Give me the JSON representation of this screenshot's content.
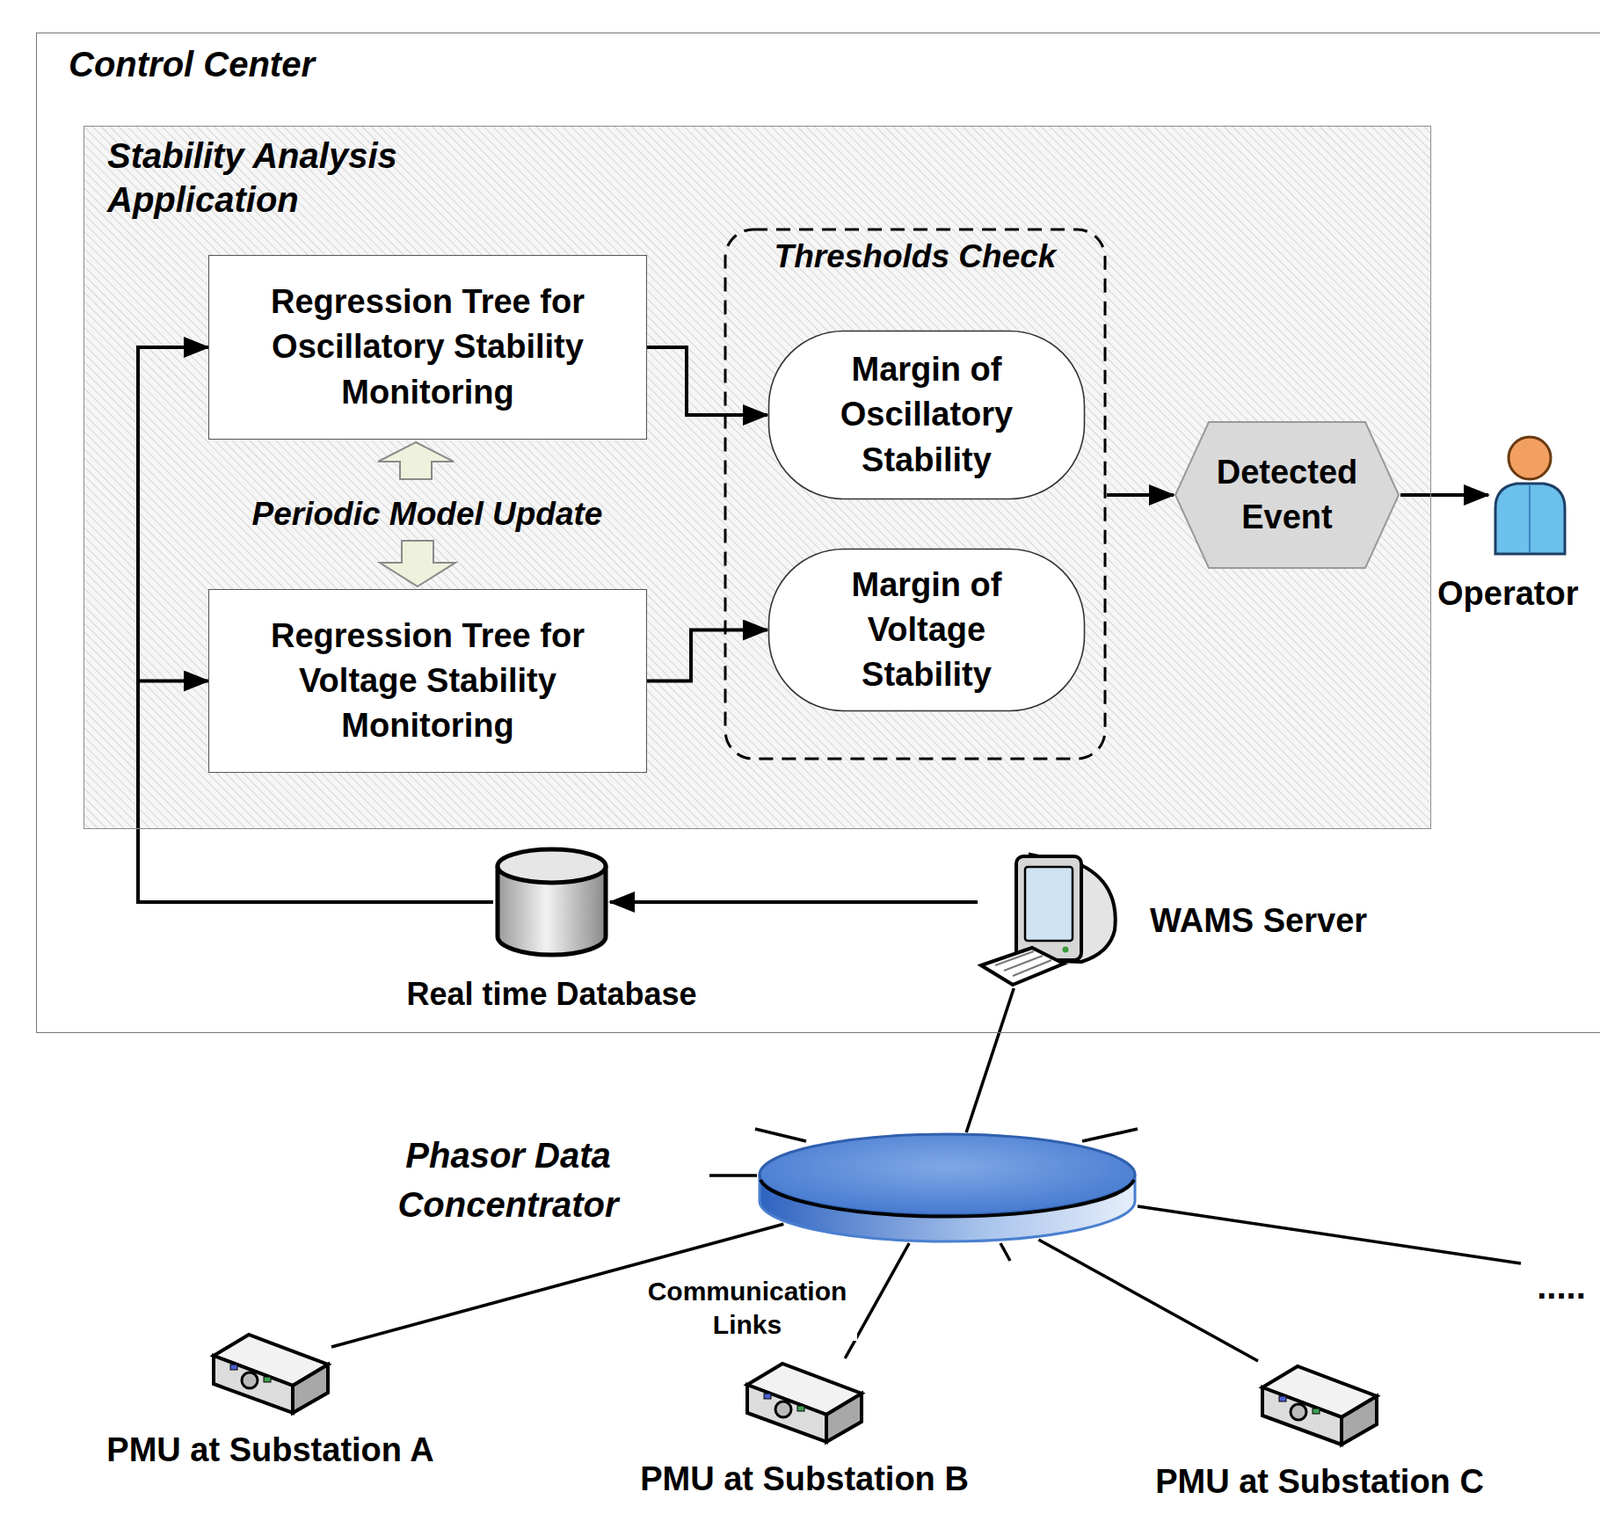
{
  "diagram": {
    "nodes": [
      {
        "text": [
          "Control Center"
        ]
      },
      {
        "text": [
          "Stability Analysis Application"
        ],
        "in": 0
      },
      {
        "text": [
          "Regression Tree for Oscillatory Stability Monitoring"
        ],
        "in": 1
      },
      {
        "text": [
          "Regression Tree for Voltage Stability Monitoring"
        ],
        "in": 1
      },
      {
        "text": [
          "Thresholds Check"
        ],
        "in": 1
      },
      {
        "text": [
          "Margin of Oscillatory Stability"
        ],
        "in": 4
      },
      {
        "text": [
          "Margin of Voltage Stability"
        ],
        "in": 4
      },
      {
        "text": [
          "Detected Event"
        ],
        "in": 1
      },
      {
        "text": [
          "Operator"
        ],
        "in": 0
      },
      {
        "text": [
          "Real time Database"
        ],
        "in": 0
      },
      {
        "text": [
          "WAMS Server"
        ],
        "in": 0
      },
      {
        "text": [
          "Phasor Data Concentrator"
        ]
      },
      {
        "text": [
          "PMU at Substation A"
        ]
      },
      {
        "text": [
          "PMU at Substation B"
        ]
      },
      {
        "text": [
          "PMU at Substation C"
        ]
      }
    ],
    "edges": [
      {
        "from": 9,
        "to": 2,
        "arrow": "to"
      },
      {
        "from": 9,
        "to": 3,
        "arrow": "to"
      },
      {
        "from": 2,
        "to": 5,
        "arrow": "to"
      },
      {
        "from": 3,
        "to": 6,
        "arrow": "to"
      },
      {
        "from": 4,
        "to": 7,
        "arrow": "to"
      },
      {
        "from": 7,
        "to": 8,
        "arrow": "to"
      },
      {
        "from": 10,
        "to": 9,
        "arrow": "to"
      },
      {
        "from": 11,
        "to": 10,
        "arrow": "none"
      },
      {
        "from": 12,
        "to": 11,
        "arrow": "none"
      },
      {
        "from": 13,
        "to": 11,
        "arrow": "none"
      },
      {
        "from": 14,
        "to": 11,
        "arrow": "none"
      }
    ],
    "labels": [
      "Periodic Model Update",
      "Communication Links",
      "....."
    ]
  }
}
